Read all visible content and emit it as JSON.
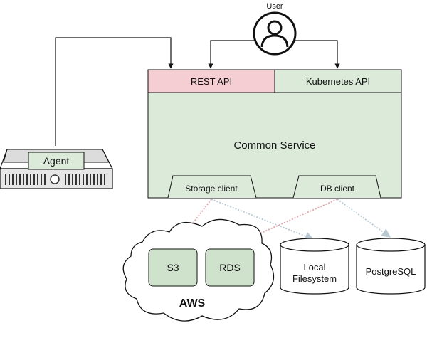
{
  "user": {
    "label": "User",
    "icon": "user-icon"
  },
  "service": {
    "name": "Common Service",
    "rest_api": "REST API",
    "kubernetes_api": "Kubernetes API",
    "storage_client": "Storage client",
    "db_client": "DB client"
  },
  "agent": {
    "label": "Agent",
    "icon": "server-icon"
  },
  "aws": {
    "label": "AWS",
    "icon": "cloud-icon",
    "s3": "S3",
    "rds": "RDS"
  },
  "local_fs": {
    "line1": "Local",
    "line2": "Filesystem",
    "icon": "cylinder-icon"
  },
  "postgres": {
    "label": "PostgreSQL",
    "icon": "cylinder-icon"
  },
  "colors": {
    "rest_api_fill": "#f4ced2",
    "service_fill": "#dbead9",
    "aws_node_fill": "#cfe2cc",
    "data_arrow": "#e3a6ac",
    "data_arrow_alt": "#b8c9d2",
    "line": "#111111"
  }
}
